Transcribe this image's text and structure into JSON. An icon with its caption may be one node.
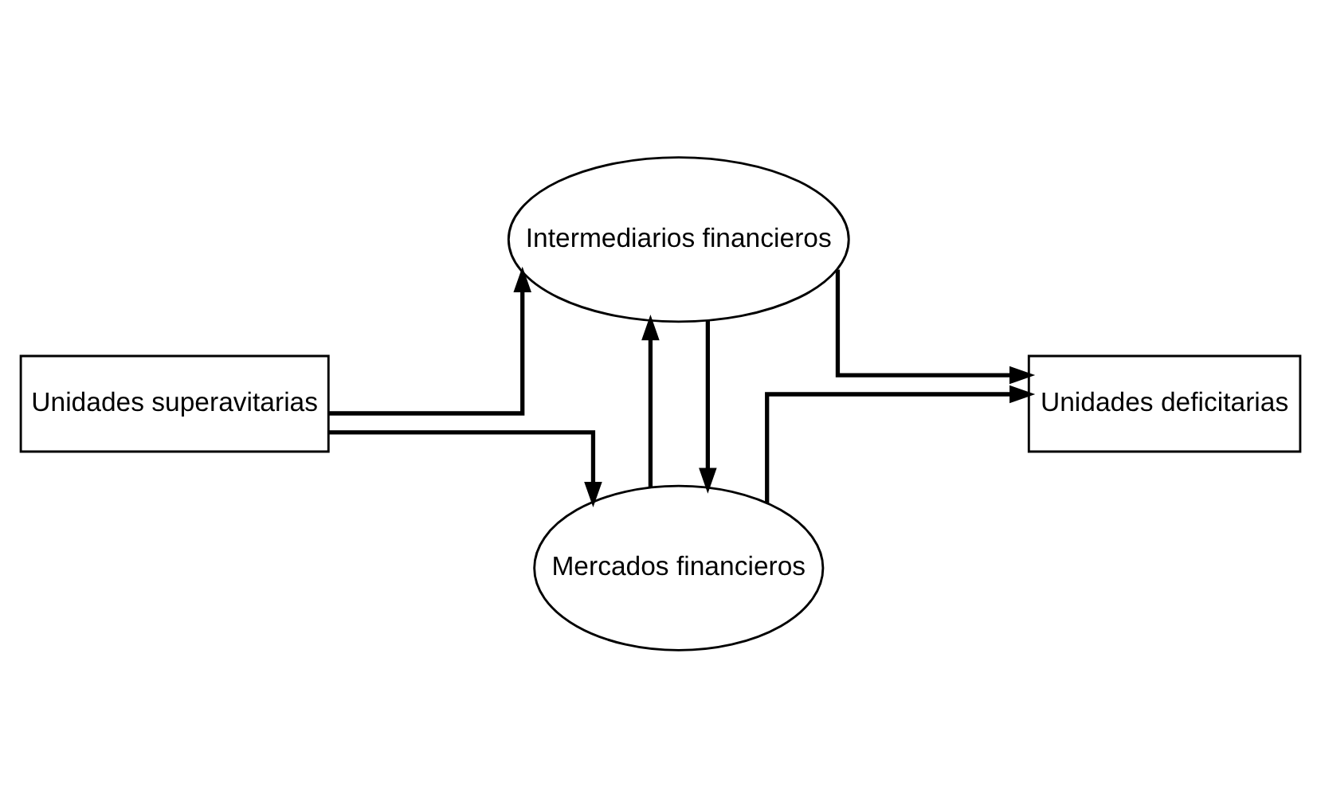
{
  "diagram": {
    "nodes": [
      {
        "text": [
          "Unidades superavitarias"
        ]
      },
      {
        "text": [
          "Mercados financieros"
        ]
      },
      {
        "text": [
          "Intermediarios financieros"
        ]
      },
      {
        "text": [
          "Unidades deficitarias"
        ]
      }
    ],
    "edges": [
      {
        "from": 0,
        "to": 1,
        "arrow": "to"
      },
      {
        "from": 0,
        "to": 2,
        "arrow": "to"
      },
      {
        "from": 1,
        "to": 2,
        "arrow": "to"
      },
      {
        "from": 2,
        "to": 1,
        "arrow": "to"
      },
      {
        "from": 1,
        "to": 3,
        "arrow": "to"
      },
      {
        "from": 2,
        "to": 3,
        "arrow": "to"
      }
    ]
  }
}
